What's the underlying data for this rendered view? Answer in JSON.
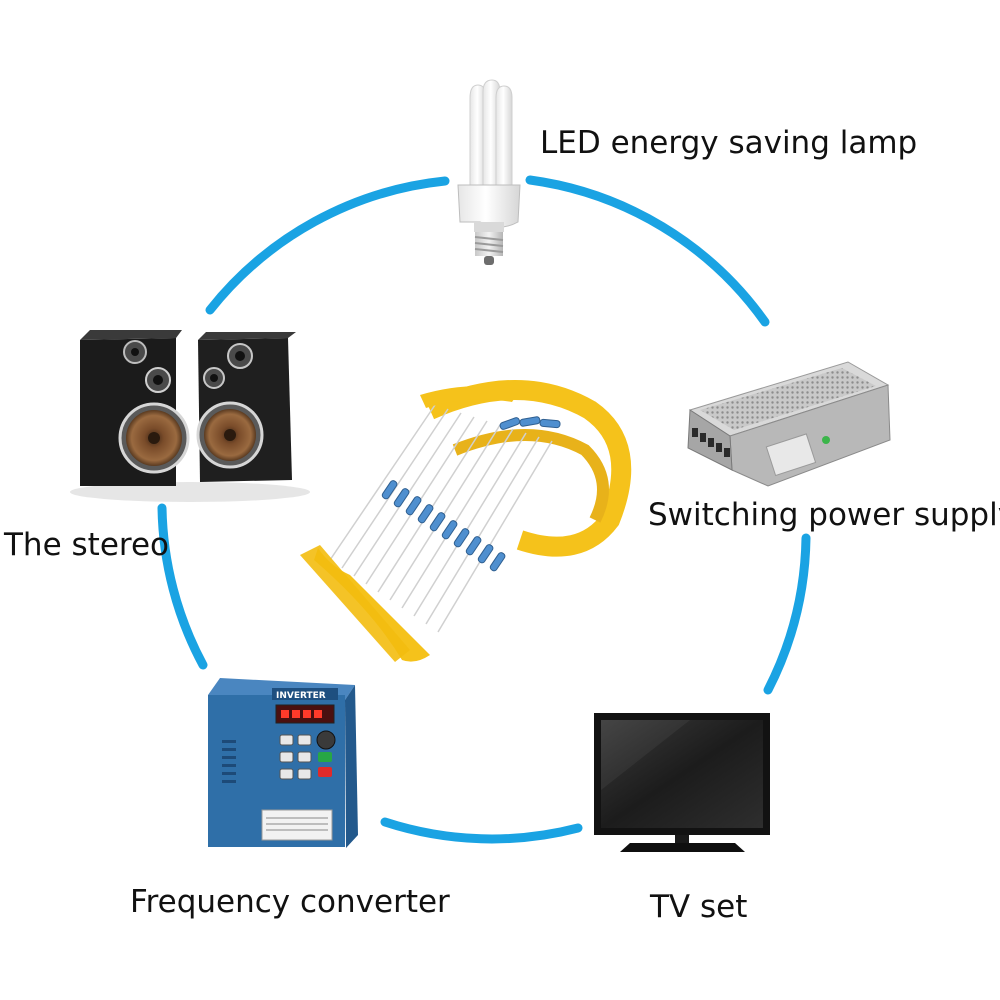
{
  "colors": {
    "ring": "#1aa3e3",
    "tape": "#f5c21b",
    "resistor_body": "#4f8fcf",
    "inverter_body": "#2f6fa8",
    "speaker_cabinet": "#1b1b1b",
    "speaker_cone": "#8a5a33"
  },
  "center": {
    "icon": "resistor-tape-reel-icon"
  },
  "applications": [
    {
      "label": "LED energy saving lamp",
      "icon": "cfl-lamp-icon"
    },
    {
      "label": "Switching power supply",
      "icon": "power-supply-icon"
    },
    {
      "label": "TV set",
      "icon": "television-icon"
    },
    {
      "label": "Frequency converter",
      "icon": "inverter-icon"
    },
    {
      "label": "The stereo",
      "icon": "stereo-speakers-icon"
    }
  ],
  "inverter_panel_text": "INVERTER"
}
